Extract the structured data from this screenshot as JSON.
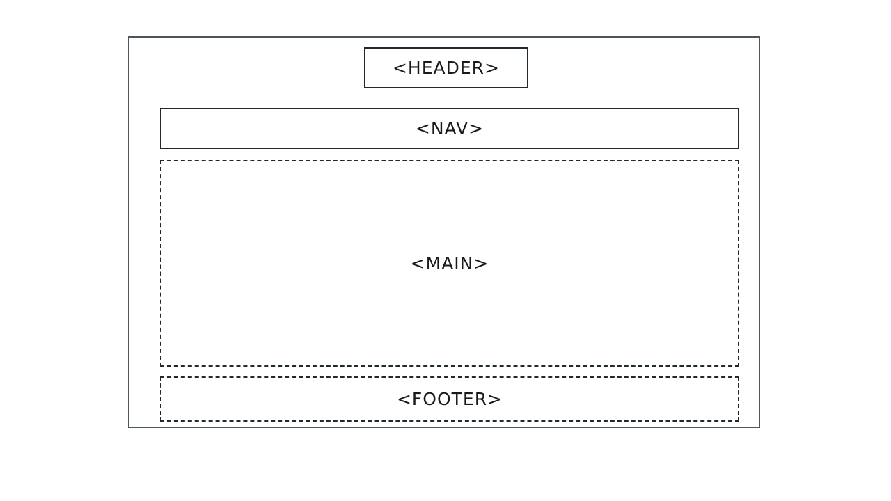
{
  "diagram": {
    "header_label": "<HEADER>",
    "nav_label": "<NAV>",
    "main_label": "<MAIN>",
    "footer_label": "<FOOTER>"
  },
  "colors": {
    "frame_border": "#4a555c",
    "box_border": "#1f2a30",
    "text": "#1a1a1a",
    "background": "#ffffff"
  }
}
